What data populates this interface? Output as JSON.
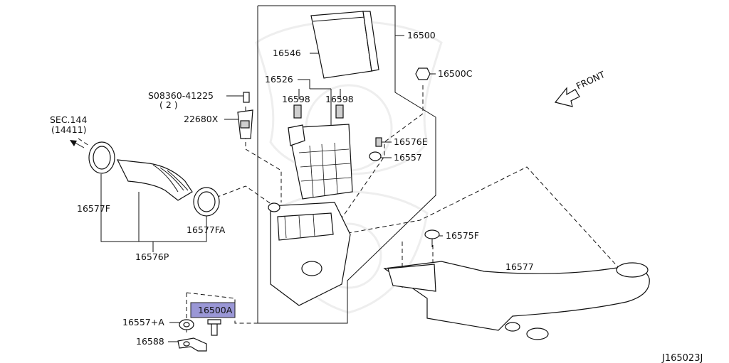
{
  "labels": {
    "air_cleaner_assy": "16500",
    "element": "16546",
    "element_set": "16526",
    "clip_a": "16598",
    "clip_b": "16598",
    "nut": "16500C",
    "screw": "S08360-41225",
    "screw_qty": "( 2 )",
    "sensor": "22680X",
    "sec_ref": "SEC.144",
    "sec_ref_sub": "(14411)",
    "front_label": "FRONT",
    "grommet_e": "16576E",
    "mount_rubber": "16557",
    "duct_clamp": "16577F",
    "duct_clamp_fa": "16577FA",
    "duct_assy": "16576P",
    "clip_f": "16575F",
    "inlet_duct": "16577",
    "bracket": "16500A",
    "mount_rubber_a": "16557+A",
    "bolt": "16588",
    "diagram_code": "J165023J"
  },
  "colors": {
    "highlight": "#9a97d6",
    "line": "#111111",
    "background": "#ffffff"
  }
}
